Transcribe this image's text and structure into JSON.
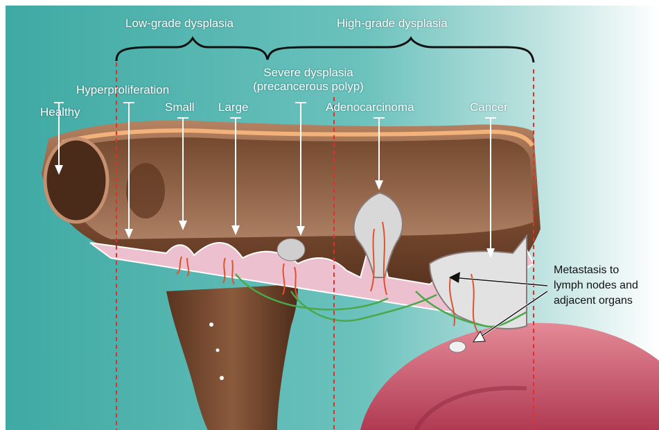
{
  "stages": {
    "low_grade": "Low-grade dysplasia",
    "high_grade": "High-grade dysplasia"
  },
  "labels": {
    "healthy": "Healthy",
    "hyperproliferation": "Hyperproliferation",
    "small": "Small",
    "large": "Large",
    "severe_line1": "Severe dysplasia",
    "severe_line2": "(precancerous polyp)",
    "adenocarcinoma": "Adenocarcinoma",
    "cancer": "Cancer"
  },
  "metastasis": {
    "line1": "Metastasis to",
    "line2": "lymph nodes and",
    "line3": "adjacent organs"
  },
  "colors": {
    "background_teal": "#4fb3ad",
    "colon_tissue": "#8a5a3c",
    "mucosa_pink": "#e6b4c4",
    "vessel_red": "#e0522c",
    "lymph_green": "#4aa84a",
    "dashed_red": "#e0302a",
    "organ_pink": "#cf5a6e"
  }
}
